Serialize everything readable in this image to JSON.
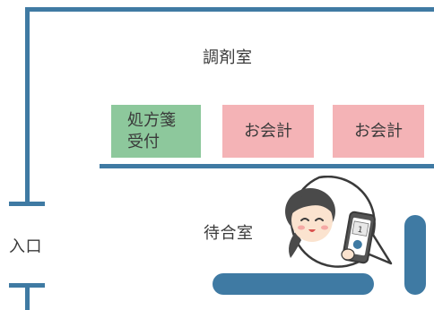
{
  "rooms": {
    "dispensary": "調剤室",
    "waiting": "待合室",
    "entrance": "入口"
  },
  "counters": {
    "prescription": {
      "line1": "処方箋",
      "line2": "受付",
      "color": "#8dc89c"
    },
    "payment_1": {
      "label": "お会計",
      "color": "#f4b3b6"
    },
    "payment_2": {
      "label": "お会計",
      "color": "#f4b3b6"
    }
  },
  "phone": {
    "number": "1"
  },
  "colors": {
    "wall": "#3f7aa3",
    "bench": "#3f7aa3"
  }
}
